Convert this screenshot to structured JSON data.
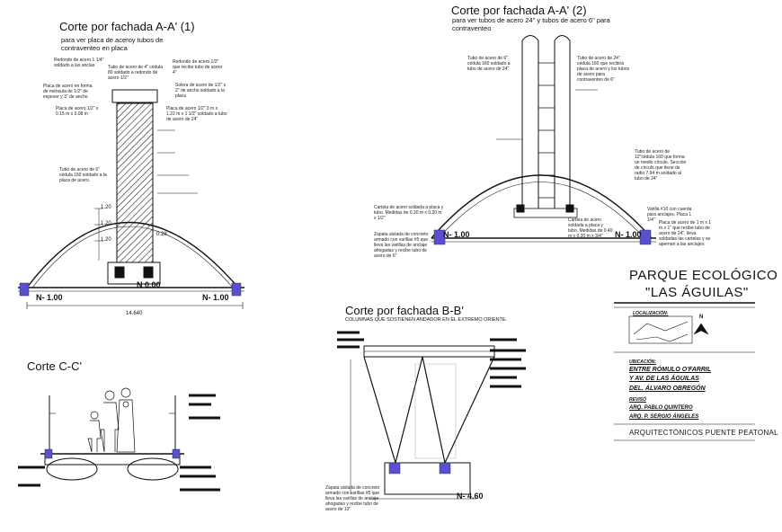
{
  "section1": {
    "title": "Corte por fachada A-A' (1)",
    "subtitle": "para ver placa de aceroy tubos de contraventeo en placa",
    "notes": [
      "Redondo de acero 1 1/4\" soldado a las anclas",
      "Tubo de acero de 4\" cédula 80 soldado a redondo de acero 1/2\"",
      "Redondo de acero 1/2\" que recibe tubo de acero 4\"",
      "Solera de acero de 1/2\" x 2\" de ancho soldado a la placa",
      "Placa de acero en forma de ménsula de 1/2\" de espesor y 3\" de ancho",
      "Placa de acero 1/2\" x 0.15 m x 0.08 m",
      "Placa de acero 1/2\" 3 m x 1.22 m x 1 1/2\" soldado a tubo de acero de 24\"",
      "Tubo de acero de 6\" cédula 160 soldado a la placa de acero."
    ],
    "dims": [
      "1.20",
      "1.20",
      "1.20",
      "0.28"
    ],
    "levels": [
      "N- 1.00",
      "N- 1.00",
      "N 0.00"
    ],
    "width": "14.640"
  },
  "section2": {
    "title": "Corte por fachada A-A' (2)",
    "subtitle": "para ver tubos de acero 24\" y tubos de acero 6\" para contraventeo",
    "notes": [
      "Tubo de acero de 6\" cédula 160 soldado a tubo de acero de 24\"",
      "Tubo de acero de 24\" cédula 160 que recibirá placa de acero y los tubos de acero para contraventeo de 6\"",
      "Tubo de acero de 12\"cédula 160 que forma un medio círculo. Sección de círculo que tiene de radio 7.94 m soldado al tubo de 24\"",
      "Cartela de acero soldada a placa y tubo. Medidas de 0.30 m x 0.20 m x 1/2\"",
      "Zapata aislada de concreto armado con varillas #5 que lleva las varillas de anclaje ahogadas y recibe tubo de acero de 6\"",
      "Cartela de acero soldada a placa y tubo. Medidas de 0.40 m x 0.20 m x 3/4\"",
      "Varilla #10 con cuerda para anclajes. Placa 1 1/4\"",
      "Placa de acero de 1 m x 1 m x 1\" que recibe tubo de acero de 24\", lleva soldadas las cartelas y se apernan a las anclajes."
    ],
    "levels": [
      "N- 1.00",
      "N- 1.00"
    ]
  },
  "section3": {
    "title": "Corte por fachada B-B'",
    "subtitle": "COLUMNAS QUE SOSTIENEN ANDADOR EN EL EXTREMO ORIENTE.",
    "notes": [
      "Zapata aislada de concreto armado con varillas #5 que lleva las varillas de anclaje ahogadas y recibe tubo de acero de 10\""
    ],
    "level": "N- 4.60"
  },
  "section4": {
    "title": "Corte  C-C'"
  },
  "titleblock": {
    "project": "PARQUE ECOLÓGICO",
    "name": "\"LAS ÁGUILAS\"",
    "location_label": "LOCALIZACIÓN:",
    "north": "N",
    "info": [
      "UBICACIÓN:",
      "ENTRE RÓMULO O'FARRIL",
      "Y AV. DE LAS ÁGUILAS",
      "DEL. ÁLVARO OBREGÓN",
      "REVISÓ",
      "ARQ. PABLO QUINTERO",
      "ARQ. P. SERGIO ÁNGELES"
    ],
    "footer": "ARQUITECTÓNICOS PUENTE PEATONAL"
  }
}
